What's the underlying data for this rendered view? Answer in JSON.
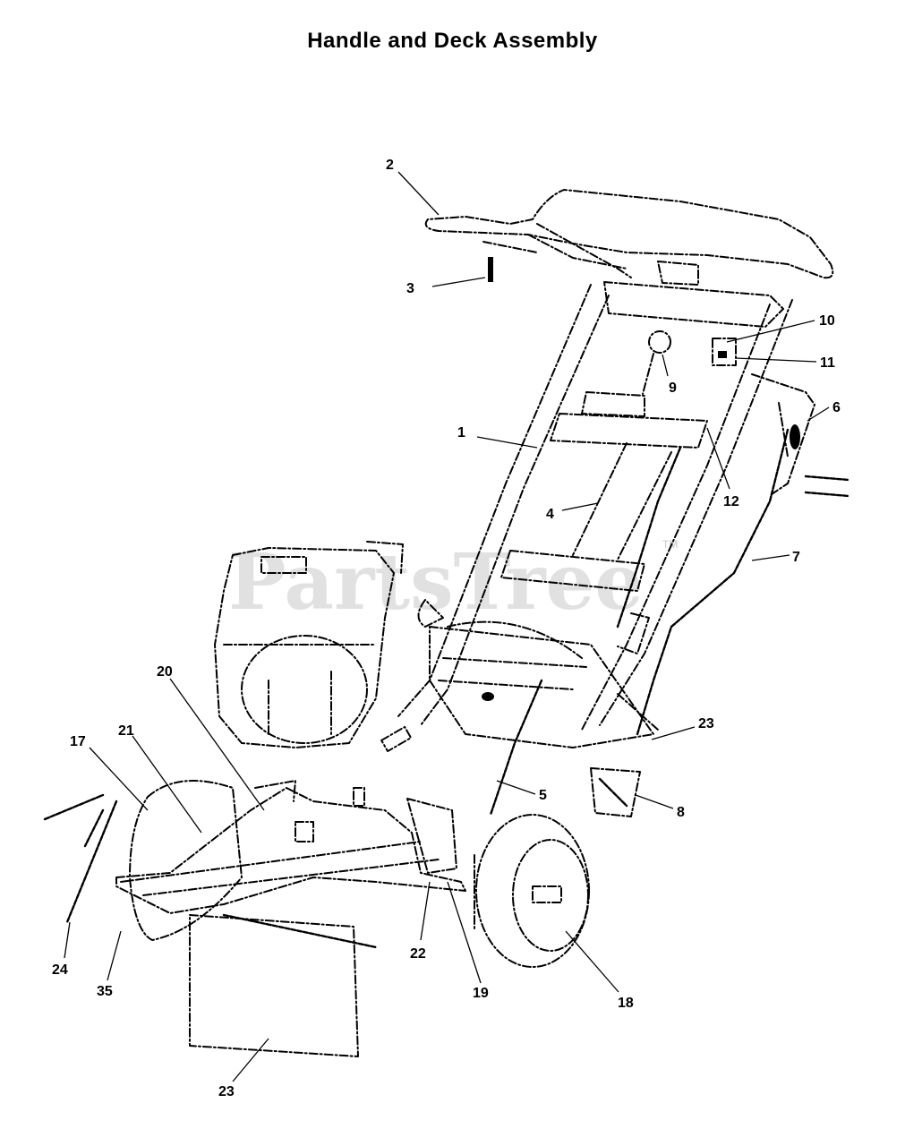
{
  "title": "Handle and Deck Assembly",
  "watermark": {
    "text": "PartsTree",
    "mark": "TM"
  },
  "callouts": [
    {
      "id": "2",
      "label": "2"
    },
    {
      "id": "3",
      "label": "3"
    },
    {
      "id": "10",
      "label": "10"
    },
    {
      "id": "11",
      "label": "11"
    },
    {
      "id": "9",
      "label": "9"
    },
    {
      "id": "6",
      "label": "6"
    },
    {
      "id": "1",
      "label": "1"
    },
    {
      "id": "12",
      "label": "12"
    },
    {
      "id": "4",
      "label": "4"
    },
    {
      "id": "7",
      "label": "7"
    },
    {
      "id": "23a",
      "label": "23"
    },
    {
      "id": "5",
      "label": "5"
    },
    {
      "id": "8",
      "label": "8"
    },
    {
      "id": "17",
      "label": "17"
    },
    {
      "id": "21",
      "label": "21"
    },
    {
      "id": "20",
      "label": "20"
    },
    {
      "id": "22",
      "label": "22"
    },
    {
      "id": "19",
      "label": "19"
    },
    {
      "id": "18",
      "label": "18"
    },
    {
      "id": "24",
      "label": "24"
    },
    {
      "id": "35",
      "label": "35"
    },
    {
      "id": "23b",
      "label": "23"
    }
  ]
}
